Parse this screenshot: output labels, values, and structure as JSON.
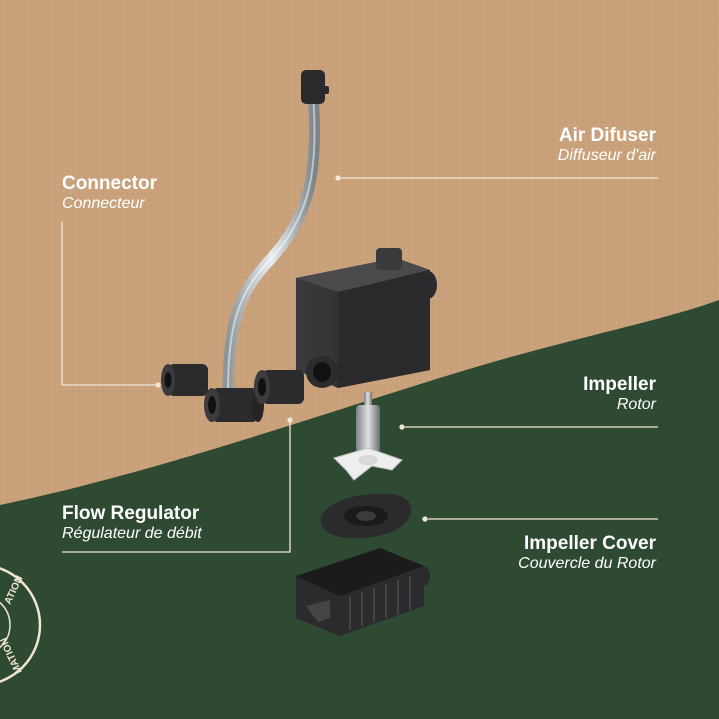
{
  "labels": {
    "connector": {
      "en": "Connector",
      "fr": "Connecteur"
    },
    "air_diffuser": {
      "en": "Air Difuser",
      "fr": "Diffuseur d'air"
    },
    "impeller": {
      "en": "Impeller",
      "fr": "Rotor"
    },
    "flow_regulator": {
      "en": "Flow Regulator",
      "fr": "Régulateur de débit"
    },
    "impeller_cover": {
      "en": "Impeller Cover",
      "fr": "Couvercle du Rotor"
    }
  },
  "badge": {
    "partial_text": [
      "ATION",
      "MATION"
    ]
  },
  "colors": {
    "cardboard": "#c9a27c",
    "green": "#2f4a33",
    "part_dark": "#2b2b2d",
    "line": "#f1e6d6"
  }
}
